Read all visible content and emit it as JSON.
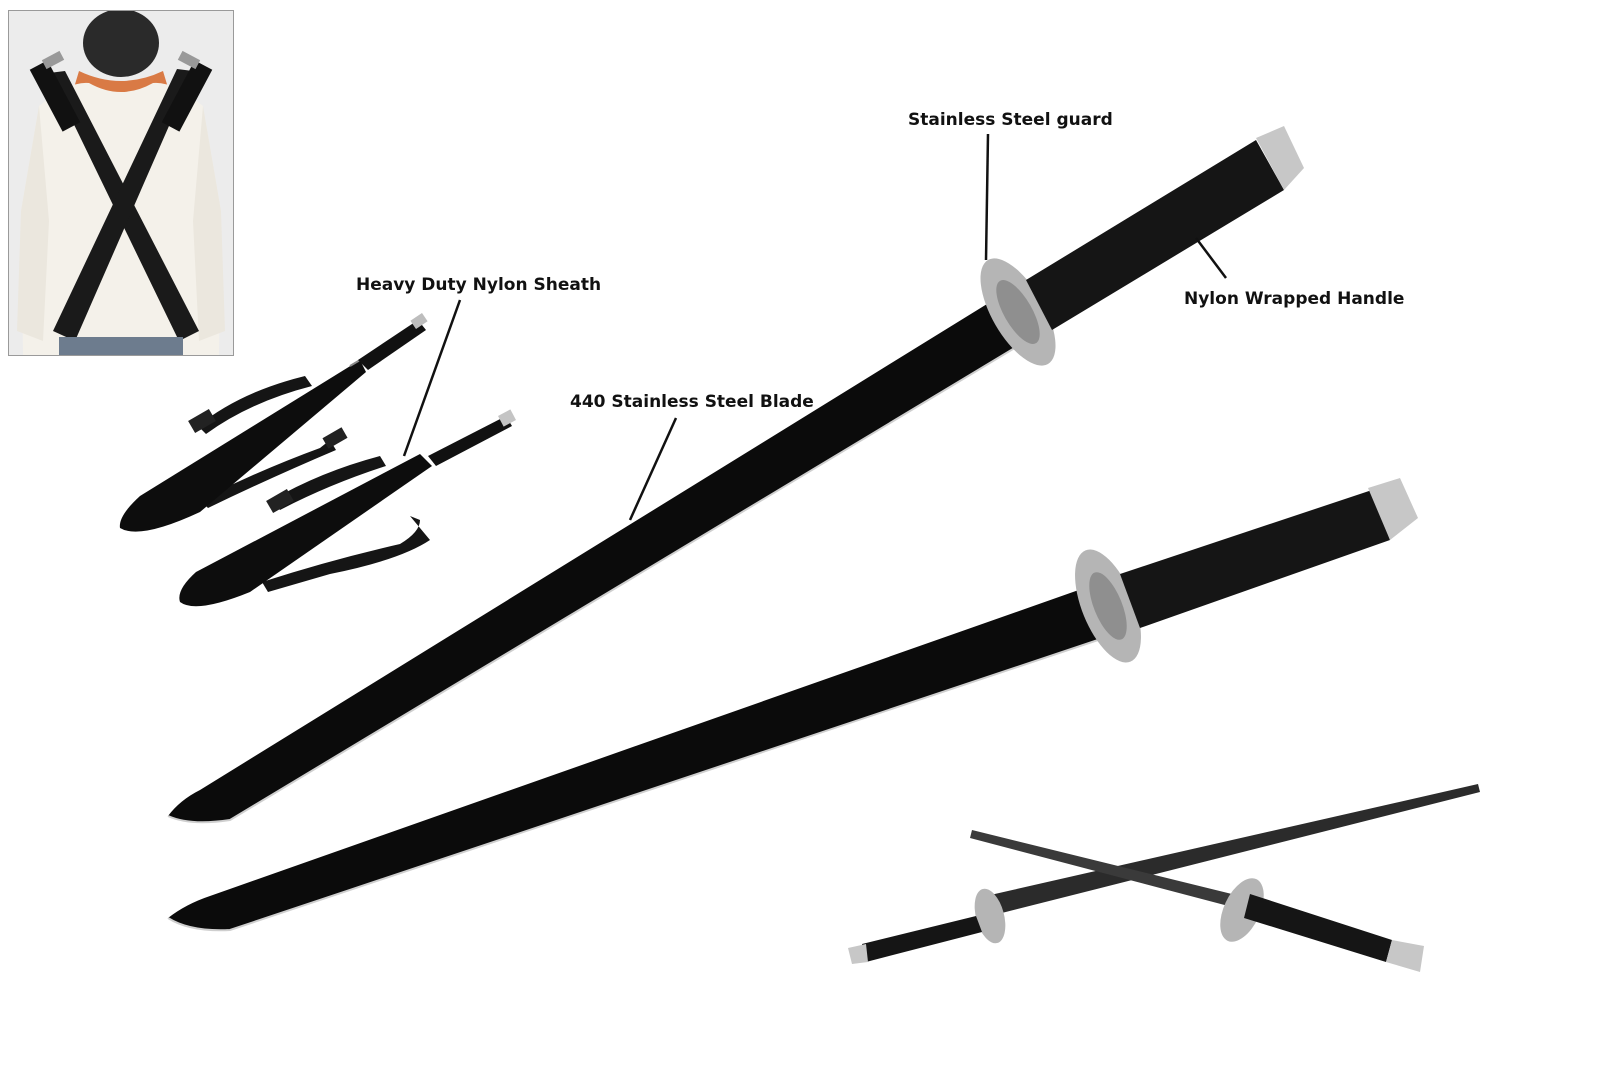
{
  "labels": {
    "guard": "Stainless Steel guard",
    "handle": "Nylon Wrapped Handle",
    "sheath": "Heavy Duty Nylon Sheath",
    "blade": "440 Stainless Steel Blade"
  },
  "colors": {
    "background": "#ffffff",
    "blade": "#0b0b0b",
    "edge": "#cfcfcf",
    "guard": "#b5b5b5",
    "grip": "#151515",
    "inset_border": "#9a9a9a"
  }
}
